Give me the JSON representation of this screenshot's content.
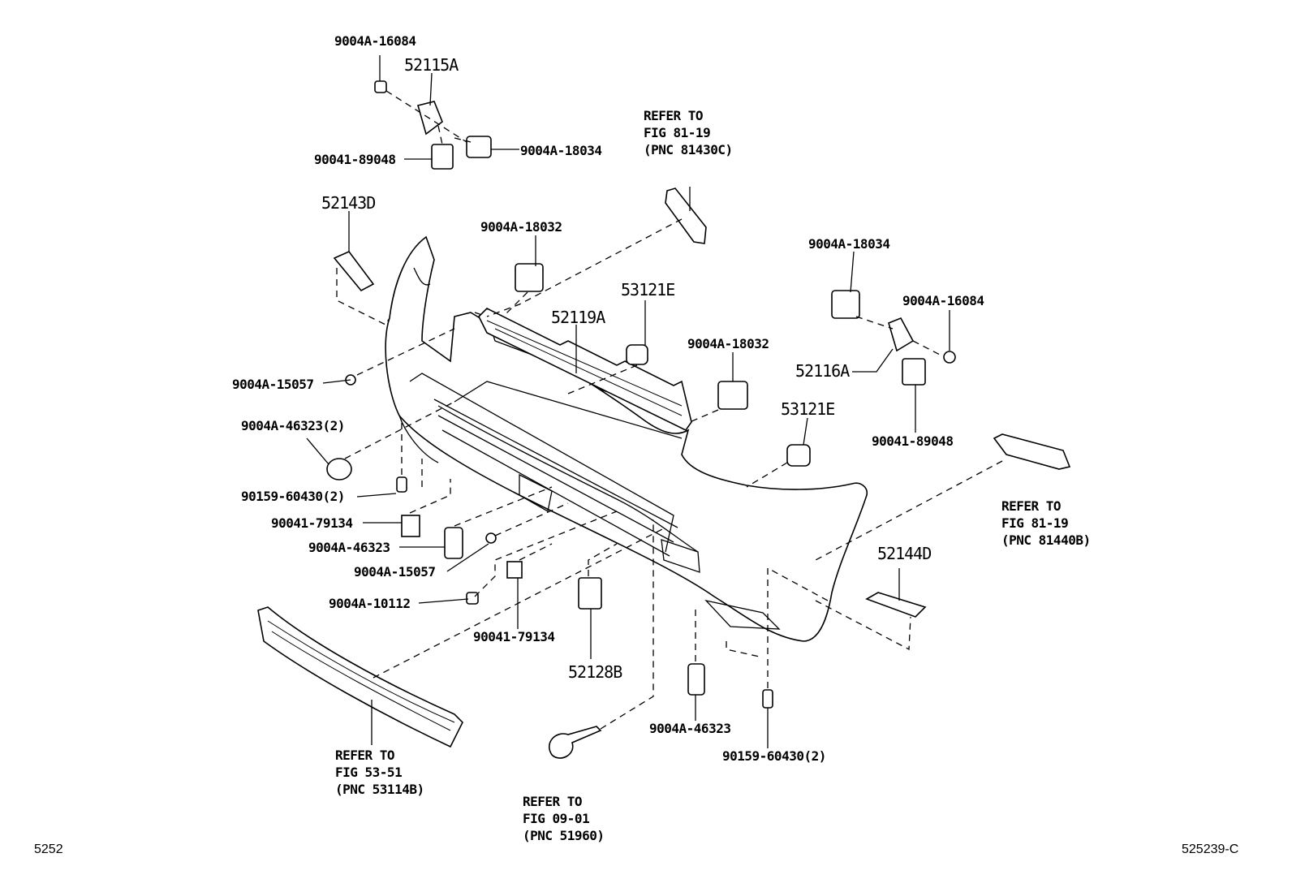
{
  "labels": [
    "9004A-16084",
    "52115A",
    "90041-89048",
    "9004A-18034",
    "52143D",
    "9004A-18032",
    "9004A-18034",
    "9004A-16084",
    "52119A",
    "53121E",
    "9004A-18032",
    "52116A",
    "9004A-15057",
    "9004A-46323(2)",
    "53121E",
    "90041-89048",
    "90159-60430(2)",
    "90041-79134",
    "9004A-46323",
    "9004A-15057",
    "9004A-10112",
    "90041-79134",
    "52128B",
    "52144D",
    "9004A-46323",
    "90159-60430(2)"
  ],
  "refs": [
    {
      "line1": "REFER TO",
      "line2": "FIG 81-19",
      "line3": "(PNC 81430C)"
    },
    {
      "line1": "REFER TO",
      "line2": "FIG 81-19",
      "line3": "(PNC 81440B)"
    },
    {
      "line1": "REFER TO",
      "line2": "FIG 53-51",
      "line3": "(PNC 53114B)"
    },
    {
      "line1": "REFER TO",
      "line2": "FIG 09-01",
      "line3": "(PNC 51960)"
    }
  ],
  "footer": {
    "left_code": "5252",
    "right_code": "525239-C"
  }
}
